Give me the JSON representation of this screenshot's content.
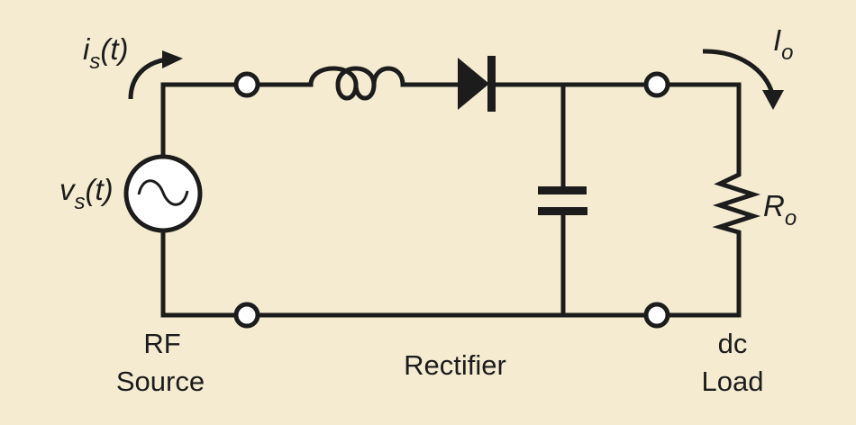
{
  "diagram": {
    "title": "RF-to-dc rectifier circuit",
    "background_color": "#f4ebd1",
    "line_color": "#1c1c1c",
    "labels": {
      "source_current": {
        "main": "i",
        "sub": "s",
        "suffix": "(t)"
      },
      "source_voltage": {
        "main": "v",
        "sub": "s",
        "suffix": "(t)"
      },
      "output_current": {
        "main": "I",
        "sub": "o"
      },
      "load_resistor": {
        "main": "R",
        "sub": "o"
      },
      "rf_source_line1": "RF",
      "rf_source_line2": "Source",
      "rectifier": "Rectifier",
      "dc_load_line1": "dc",
      "dc_load_line2": "Load"
    },
    "components": [
      {
        "id": "rf-source",
        "type": "ac-voltage-source",
        "icon": "sine-wave-icon"
      },
      {
        "id": "inductor",
        "type": "inductor"
      },
      {
        "id": "diode",
        "type": "diode"
      },
      {
        "id": "capacitor",
        "type": "capacitor"
      },
      {
        "id": "load-resistor",
        "type": "resistor"
      }
    ],
    "terminals": [
      "input-top",
      "input-bottom",
      "output-top",
      "output-bottom"
    ]
  }
}
